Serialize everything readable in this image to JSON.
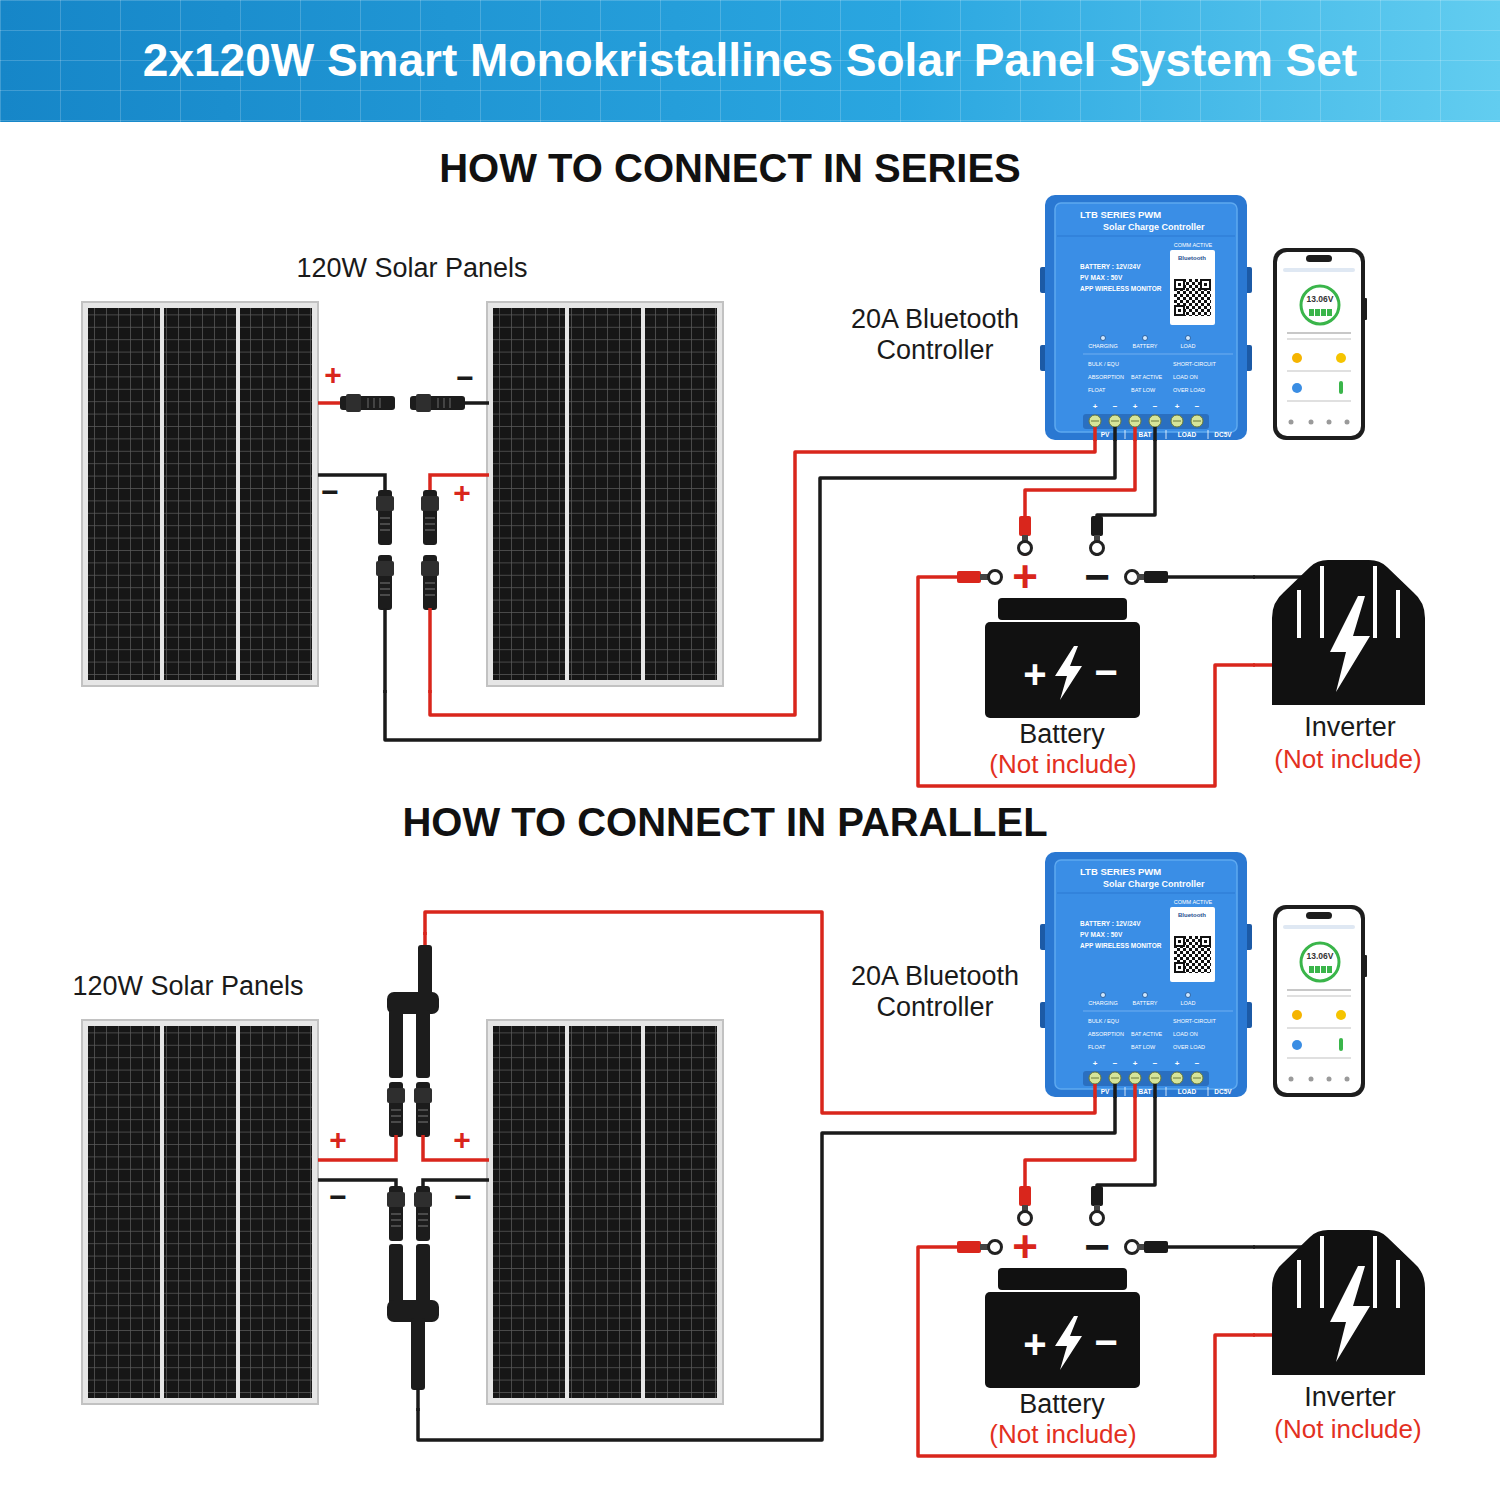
{
  "diagram": {
    "title": "2x120W Smart Monokristallines Solar Panel System Set",
    "nodes": [
      {
        "text": [
          "120W Solar Panels"
        ]
      },
      {
        "text": [
          "20A Bluetooth Controller",
          "LTB SERIES PWM",
          "Solar Charge Controller",
          "COMM ACTIVE",
          "BATTERY : 12V/24V",
          "PV MAX : 50V",
          "APP WIRELESS MONITOR",
          "Bluetooth",
          "CHARGING",
          "BATTERY",
          "LOAD",
          "BULK / EQU",
          "ABSORPTION",
          "FLOAT",
          "BAT ACTIVE",
          "BAT LOW",
          "SHORT-CIRCUIT",
          "LOAD ON",
          "OVER LOAD",
          "+",
          "−",
          "+",
          "−",
          "+",
          "−",
          "PV",
          "BAT",
          "LOAD",
          "DC5V"
        ]
      },
      {
        "text": [
          "13.06V"
        ]
      },
      {
        "text": [
          "+",
          "−",
          "Battery",
          "(Not include)"
        ]
      },
      {
        "text": [
          "Inverter",
          "(Not include)"
        ]
      },
      {
        "text": [
          "120W Solar Panels"
        ]
      },
      {
        "text": [
          "20A Bluetooth Controller",
          "LTB SERIES PWM",
          "Solar Charge Controller",
          "COMM ACTIVE",
          "BATTERY : 12V/24V",
          "PV MAX : 50V",
          "APP WIRELESS MONITOR",
          "Bluetooth",
          "CHARGING",
          "BATTERY",
          "LOAD",
          "BULK / EQU",
          "ABSORPTION",
          "FLOAT",
          "BAT ACTIVE",
          "BAT LOW",
          "SHORT-CIRCUIT",
          "LOAD ON",
          "OVER LOAD",
          "+",
          "−",
          "+",
          "−",
          "+",
          "−",
          "PV",
          "BAT",
          "LOAD",
          "DC5V"
        ]
      },
      {
        "text": [
          "13.06V"
        ]
      },
      {
        "text": [
          "+",
          "−",
          "Battery",
          "(Not include)"
        ]
      },
      {
        "text": [
          "Inverter",
          "(Not include)"
        ]
      }
    ],
    "edges": [
      {
        "from": 0,
        "to": 1,
        "arrow": "none"
      },
      {
        "from": 0,
        "to": 1,
        "arrow": "none"
      },
      {
        "from": 1,
        "to": 3,
        "arrow": "none"
      },
      {
        "from": 1,
        "to": 3,
        "arrow": "none"
      },
      {
        "from": 3,
        "to": 4,
        "arrow": "none"
      },
      {
        "from": 3,
        "to": 4,
        "arrow": "none"
      },
      {
        "from": 5,
        "to": 6,
        "arrow": "none"
      },
      {
        "from": 5,
        "to": 6,
        "arrow": "none"
      },
      {
        "from": 6,
        "to": 8,
        "arrow": "none"
      },
      {
        "from": 6,
        "to": 8,
        "arrow": "none"
      },
      {
        "from": 8,
        "to": 9,
        "arrow": "none"
      },
      {
        "from": 8,
        "to": 9,
        "arrow": "none"
      }
    ],
    "labels": [
      "HOW TO CONNECT IN SERIES",
      "+",
      "−",
      "−",
      "+",
      "+",
      "−",
      "HOW TO CONNECT IN PARALLEL",
      "+",
      "+",
      "−",
      "−",
      "+",
      "−"
    ]
  }
}
